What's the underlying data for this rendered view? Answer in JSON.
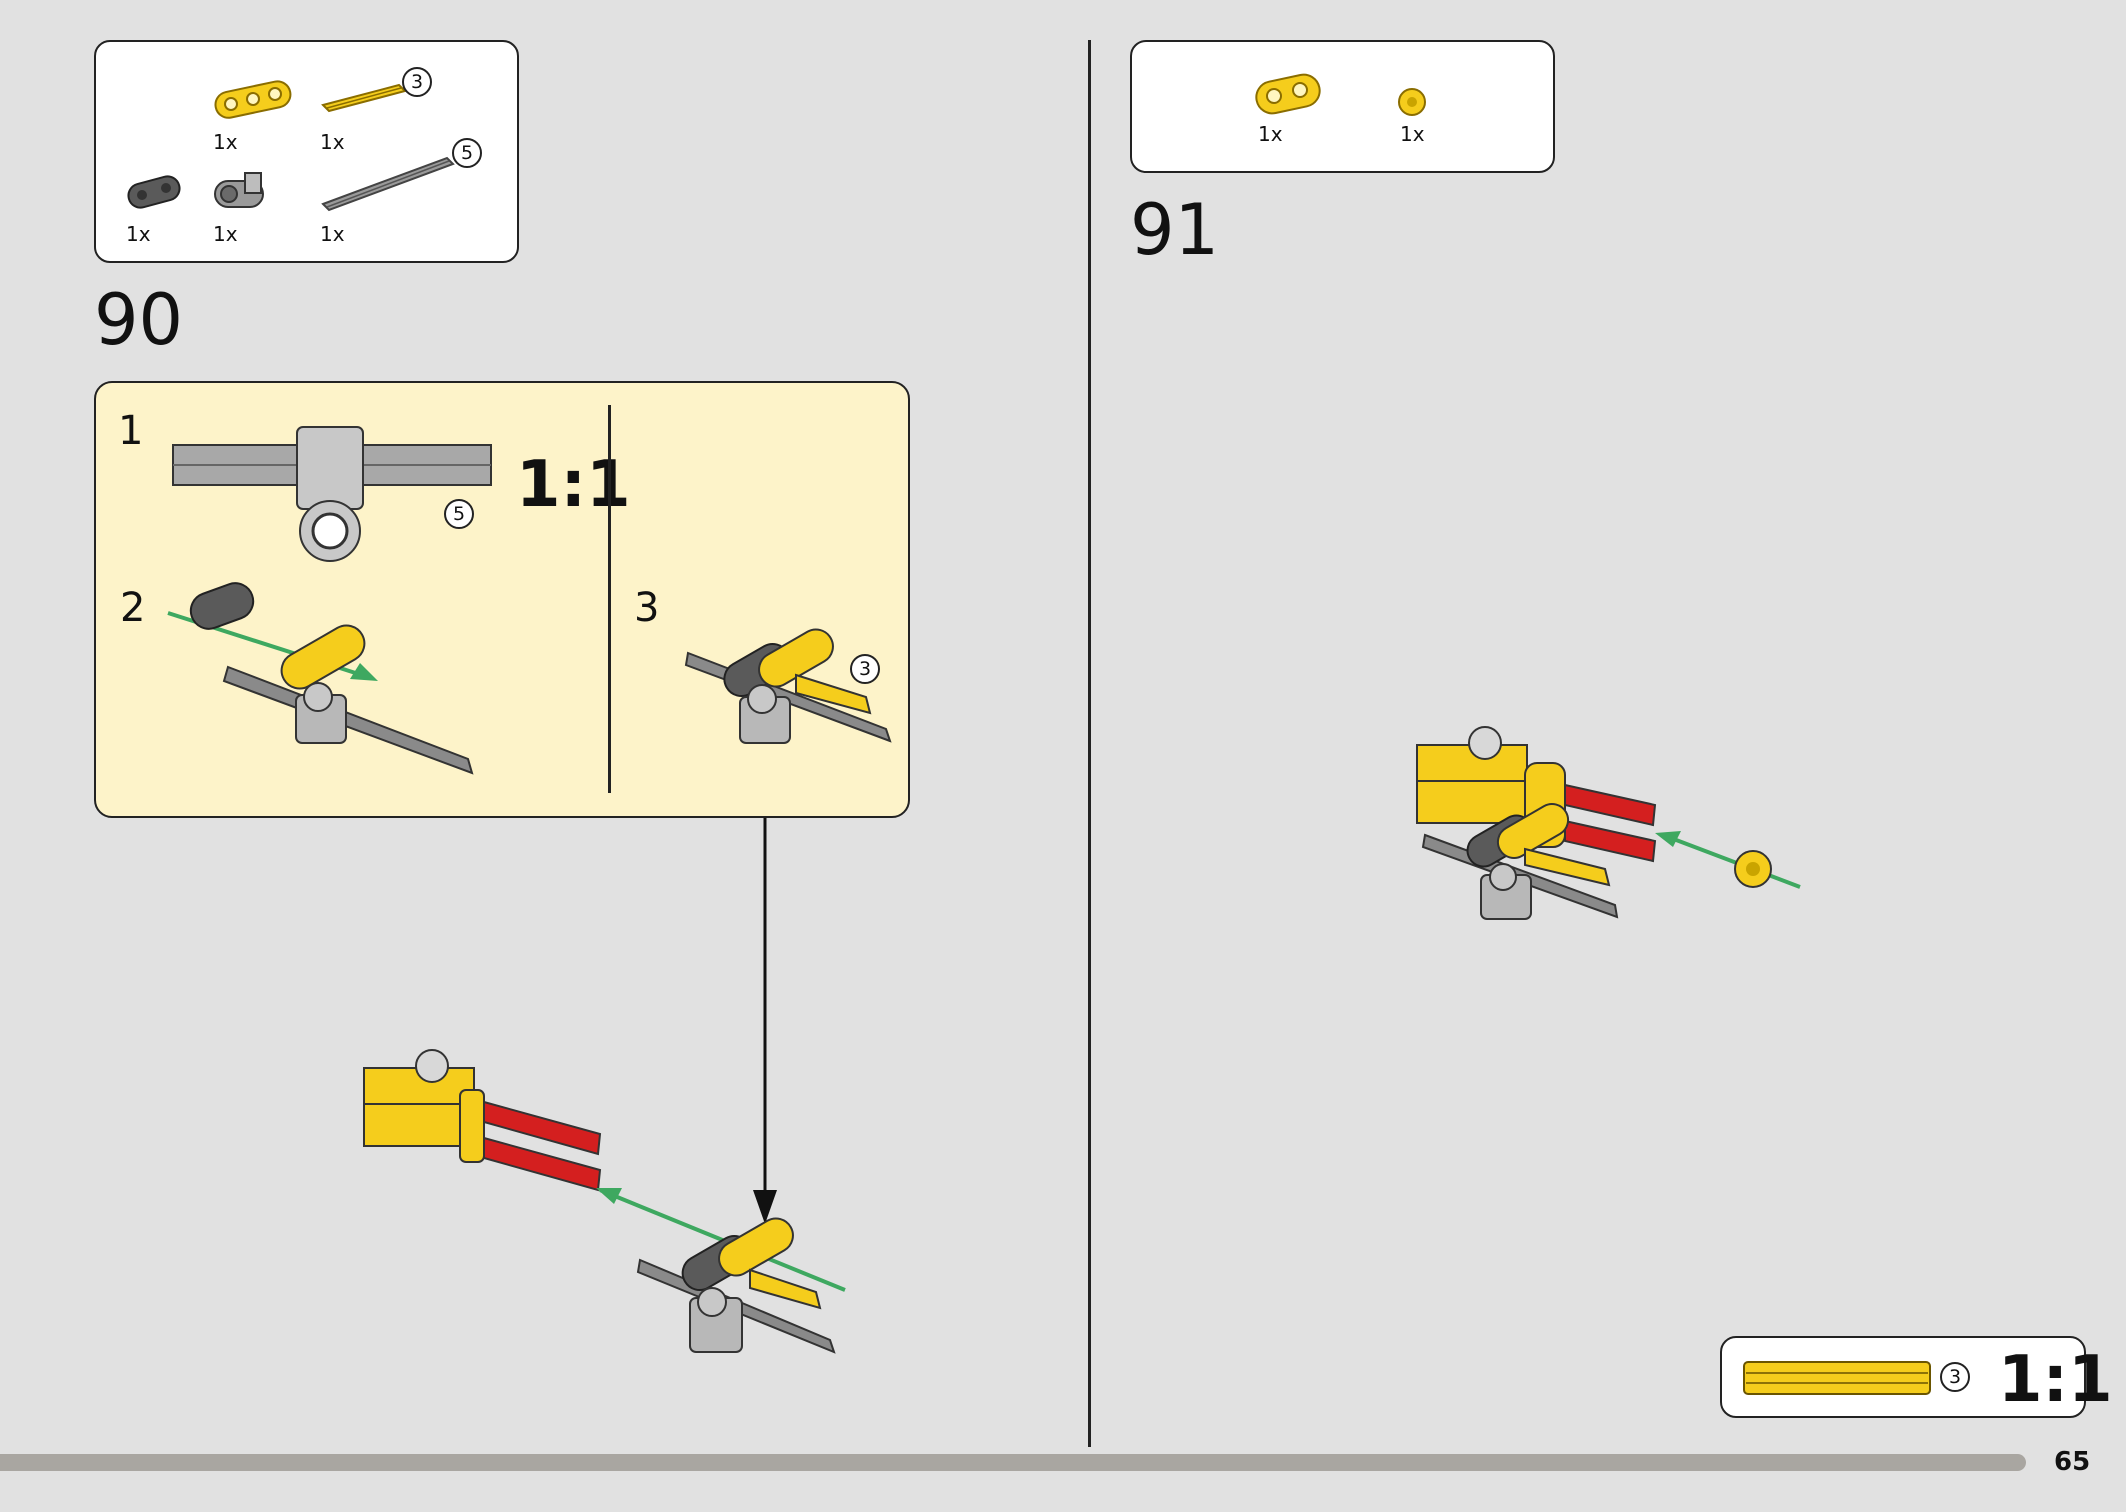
{
  "page_number": "65",
  "step90": {
    "number": "90",
    "parts": [
      {
        "name": "yellow-beam-3",
        "qty": "1x"
      },
      {
        "name": "yellow-axle",
        "qty": "1x",
        "length": "3"
      },
      {
        "name": "dark-gray-beam-2",
        "qty": "1x"
      },
      {
        "name": "gray-pin-connector",
        "qty": "1x"
      },
      {
        "name": "gray-axle",
        "qty": "1x",
        "length": "5"
      }
    ],
    "callout": {
      "sub1": "1",
      "sub1_scale": "1:1",
      "sub1_axle_length": "5",
      "sub2": "2",
      "sub3": "3",
      "sub3_axle_length": "3"
    }
  },
  "step91": {
    "number": "91",
    "parts": [
      {
        "name": "yellow-beam-2",
        "qty": "1x"
      },
      {
        "name": "yellow-bush",
        "qty": "1x"
      }
    ]
  },
  "scale_ref": {
    "axle_length": "3",
    "scale": "1:1"
  },
  "colors": {
    "yellow": "#f5cd1c",
    "red": "#d41f1f",
    "gray": "#9a9a9a",
    "dark_gray": "#5a5a5a",
    "arrow_green": "#3ea860",
    "callout_bg": "#fdf3c9"
  }
}
